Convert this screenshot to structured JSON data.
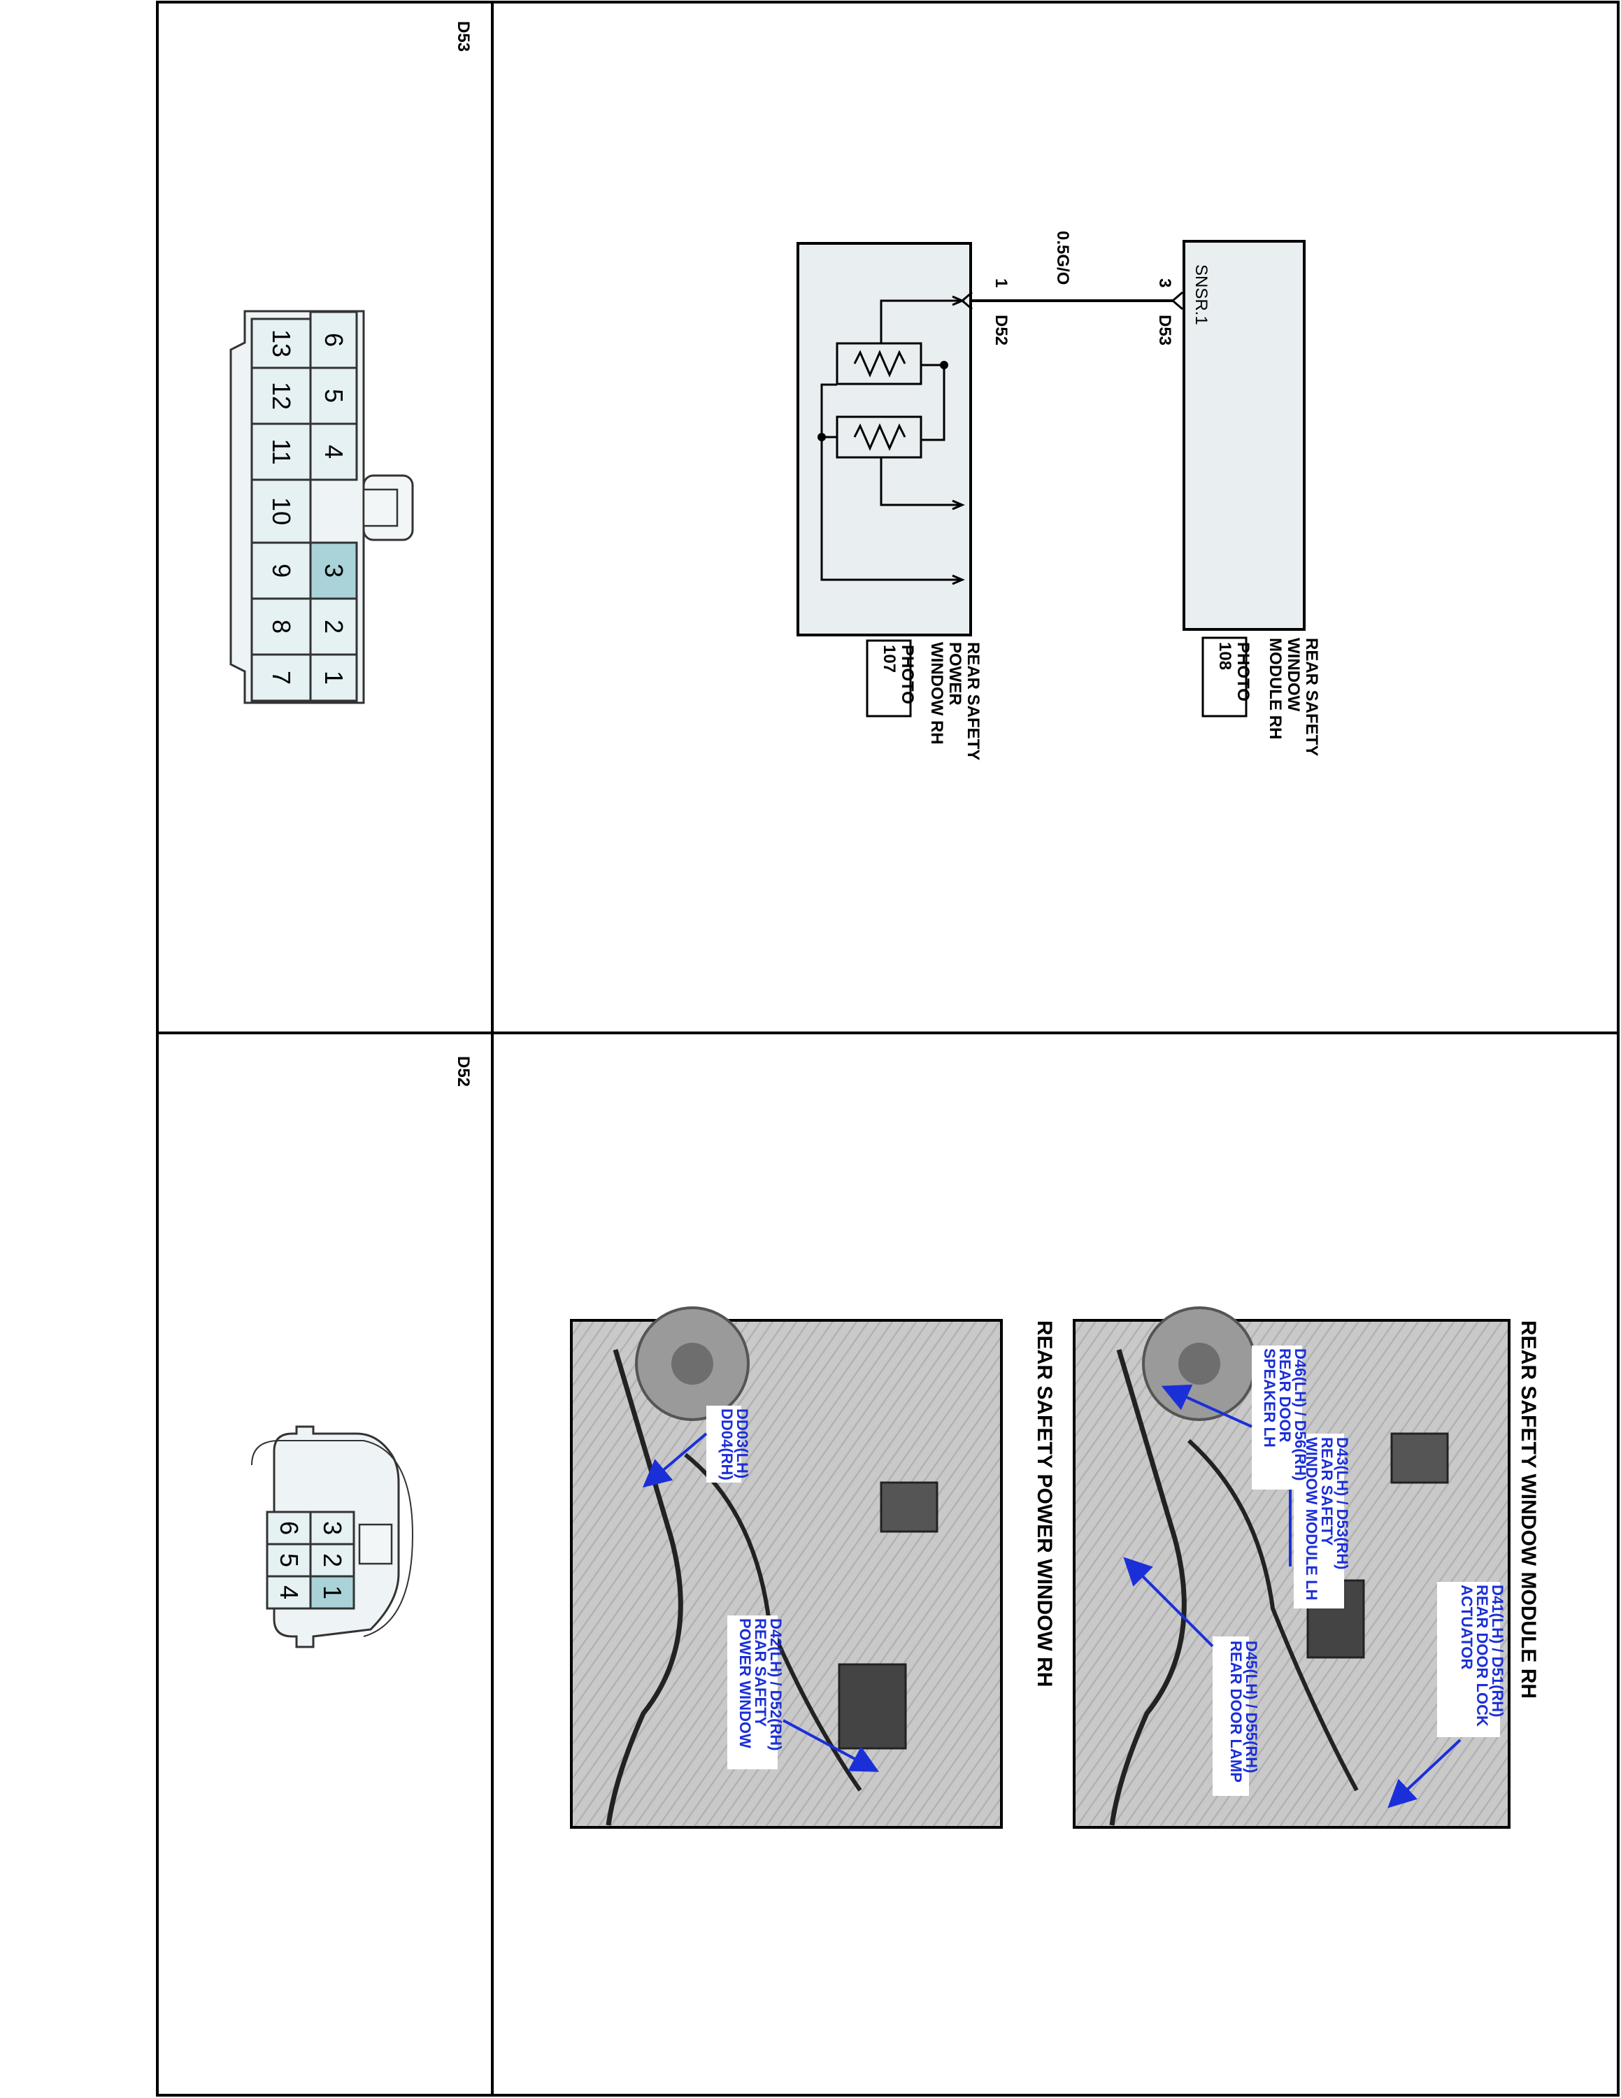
{
  "connector_left": {
    "name": "D53",
    "pins_row_a": [
      "6",
      "5",
      "4",
      "3",
      "2",
      "1"
    ],
    "pins_row_b": [
      "13",
      "12",
      "11",
      "10",
      "9",
      "8",
      "7"
    ],
    "highlighted_pin": "3"
  },
  "connector_right": {
    "name": "D52",
    "pins_row_a": [
      "3",
      "2",
      "1"
    ],
    "pins_row_b": [
      "6",
      "5",
      "4"
    ],
    "highlighted_pin": "1"
  },
  "schematic": {
    "wire_label": "0.5G/O",
    "module_pin_number": "3",
    "module_connector": "D53",
    "module_pin_name": "SNSR.1",
    "window_pin_number": "1",
    "window_connector": "D52",
    "module_label_lines": [
      "REAR SAFETY",
      "WINDOW",
      "MODULE RH"
    ],
    "module_photo_lines": [
      "PHOTO",
      "108"
    ],
    "window_label_lines": [
      "REAR SAFETY",
      "POWER",
      "WINDOW RH"
    ],
    "window_photo_lines": [
      "PHOTO",
      "107"
    ]
  },
  "photo_top": {
    "title": "REAR SAFETY WINDOW MODULE RH",
    "callouts": [
      {
        "lines": [
          "D41(LH) / D51(RH)",
          "REAR DOOR LOCK",
          "ACTUATOR"
        ]
      },
      {
        "lines": [
          "D43(LH) / D53(RH)",
          "REAR SAFETY",
          "WINDOW MODULE LH"
        ]
      },
      {
        "lines": [
          "D46(LH) / D56(RH)",
          "REAR DOOR",
          "SPEAKER LH"
        ]
      },
      {
        "lines": [
          "D45(LH) / D55(RH)",
          "REAR DOOR LAMP"
        ]
      }
    ]
  },
  "photo_bottom": {
    "title": "REAR SAFETY POWER WINDOW RH",
    "callouts": [
      {
        "lines": [
          "D42(LH) / D52(RH)",
          "REAR SAFETY",
          "POWER WINDOW"
        ]
      },
      {
        "lines": [
          "DD03(LH)",
          "DD04(RH)"
        ]
      }
    ]
  },
  "colors": {
    "pin_fill": "#e6f1f4",
    "pin_highlight": "#a9d3d9",
    "callout_text": "#1b2fd8",
    "box_fill": "#e9eef0"
  }
}
